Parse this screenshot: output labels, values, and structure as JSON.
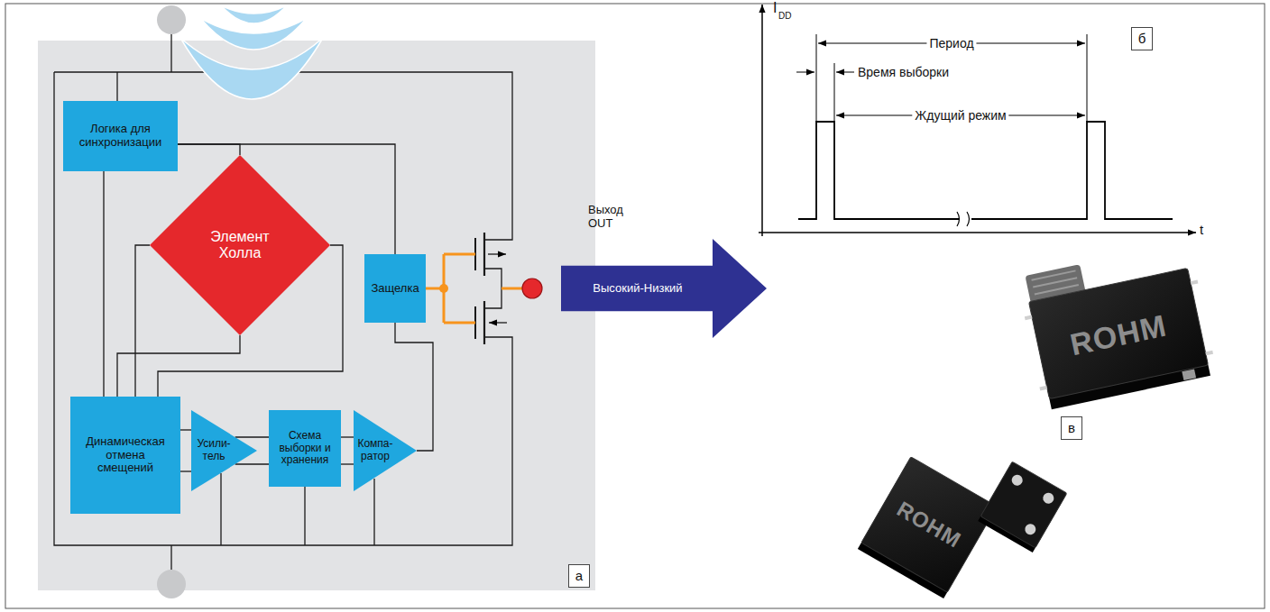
{
  "diagram": {
    "nodes": [
      {
        "text": [
          "Логика для синхронизации"
        ]
      },
      {
        "text": [
          "Элемент Холла"
        ]
      },
      {
        "text": [
          "Защелка"
        ]
      },
      {
        "text": [
          "Динамическая отмена смещений"
        ]
      },
      {
        "text": [
          "Усили- тель"
        ]
      },
      {
        "text": [
          "Схема выборки и хранения"
        ]
      },
      {
        "text": [
          "Компа- ратор"
        ]
      },
      {
        "text": [
          "Высокий-Низкий"
        ]
      },
      {
        "text": [
          "а"
        ]
      },
      {
        "text": [
          "б"
        ]
      },
      {
        "text": [
          "в"
        ]
      }
    ],
    "edges": [
      {
        "from": 0,
        "to": 3,
        "arrow": "none"
      },
      {
        "from": 0,
        "to": 1,
        "arrow": "none"
      },
      {
        "from": 0,
        "to": 2,
        "arrow": "none"
      },
      {
        "from": 1,
        "to": 3,
        "arrow": "none"
      },
      {
        "from": 1,
        "to": 3,
        "arrow": "none"
      },
      {
        "from": 1,
        "to": 3,
        "arrow": "none"
      },
      {
        "from": 3,
        "to": 4,
        "arrow": "none"
      },
      {
        "from": 3,
        "to": 4,
        "arrow": "none"
      },
      {
        "from": 4,
        "to": 5,
        "arrow": "none"
      },
      {
        "from": 4,
        "to": 5,
        "arrow": "none"
      },
      {
        "from": 5,
        "to": 6,
        "arrow": "none"
      },
      {
        "from": 5,
        "to": 6,
        "arrow": "none"
      },
      {
        "from": 6,
        "to": 2,
        "arrow": "none"
      }
    ],
    "labels": [
      "Выход OUT",
      "I",
      "DD",
      "Период",
      "Время выборки",
      "Ждущий режим",
      "t",
      "ROHM",
      "ROHM"
    ]
  }
}
